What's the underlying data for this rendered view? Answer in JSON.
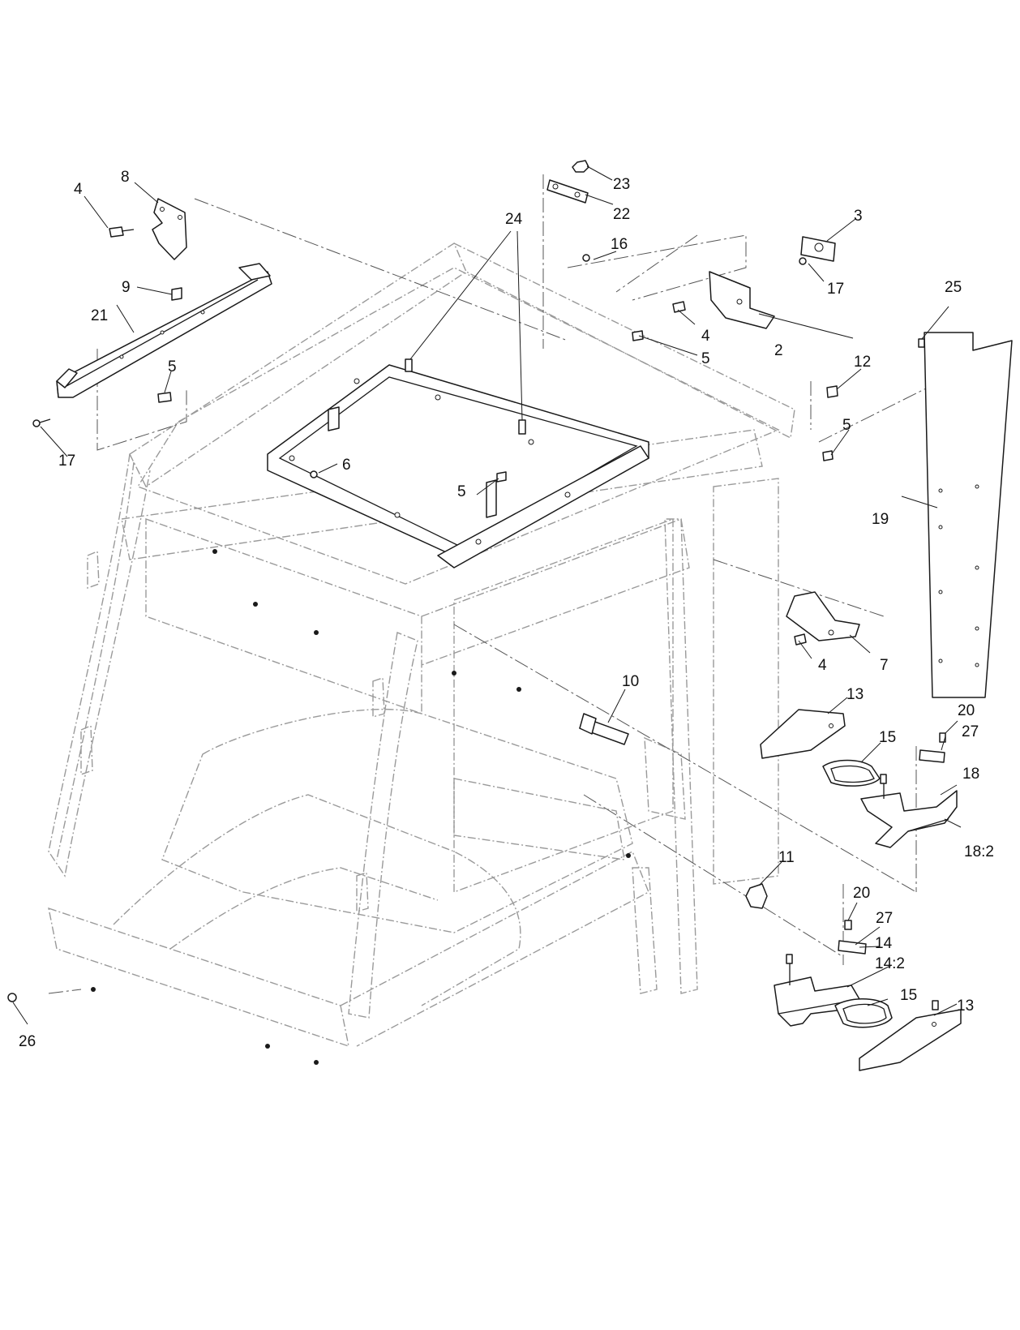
{
  "callouts": [
    {
      "id": "c2",
      "label": "2"
    },
    {
      "id": "c3",
      "label": "3"
    },
    {
      "id": "c4a",
      "label": "4"
    },
    {
      "id": "c4b",
      "label": "4"
    },
    {
      "id": "c4c",
      "label": "4"
    },
    {
      "id": "c5a",
      "label": "5"
    },
    {
      "id": "c5b",
      "label": "5"
    },
    {
      "id": "c5c",
      "label": "5"
    },
    {
      "id": "c5d",
      "label": "5"
    },
    {
      "id": "c6",
      "label": "6"
    },
    {
      "id": "c7",
      "label": "7"
    },
    {
      "id": "c8",
      "label": "8"
    },
    {
      "id": "c9",
      "label": "9"
    },
    {
      "id": "c10",
      "label": "10"
    },
    {
      "id": "c11",
      "label": "11"
    },
    {
      "id": "c12",
      "label": "12"
    },
    {
      "id": "c13a",
      "label": "13"
    },
    {
      "id": "c13b",
      "label": "13"
    },
    {
      "id": "c14",
      "label": "14"
    },
    {
      "id": "c14_2",
      "label": "14:2"
    },
    {
      "id": "c15a",
      "label": "15"
    },
    {
      "id": "c15b",
      "label": "15"
    },
    {
      "id": "c16",
      "label": "16"
    },
    {
      "id": "c17a",
      "label": "17"
    },
    {
      "id": "c17b",
      "label": "17"
    },
    {
      "id": "c18",
      "label": "18"
    },
    {
      "id": "c18_2",
      "label": "18:2"
    },
    {
      "id": "c19",
      "label": "19"
    },
    {
      "id": "c20a",
      "label": "20"
    },
    {
      "id": "c20b",
      "label": "20"
    },
    {
      "id": "c21",
      "label": "21"
    },
    {
      "id": "c22",
      "label": "22"
    },
    {
      "id": "c23",
      "label": "23"
    },
    {
      "id": "c24",
      "label": "24"
    },
    {
      "id": "c25",
      "label": "25"
    },
    {
      "id": "c26",
      "label": "26"
    },
    {
      "id": "c27a",
      "label": "27"
    },
    {
      "id": "c27b",
      "label": "27"
    }
  ]
}
